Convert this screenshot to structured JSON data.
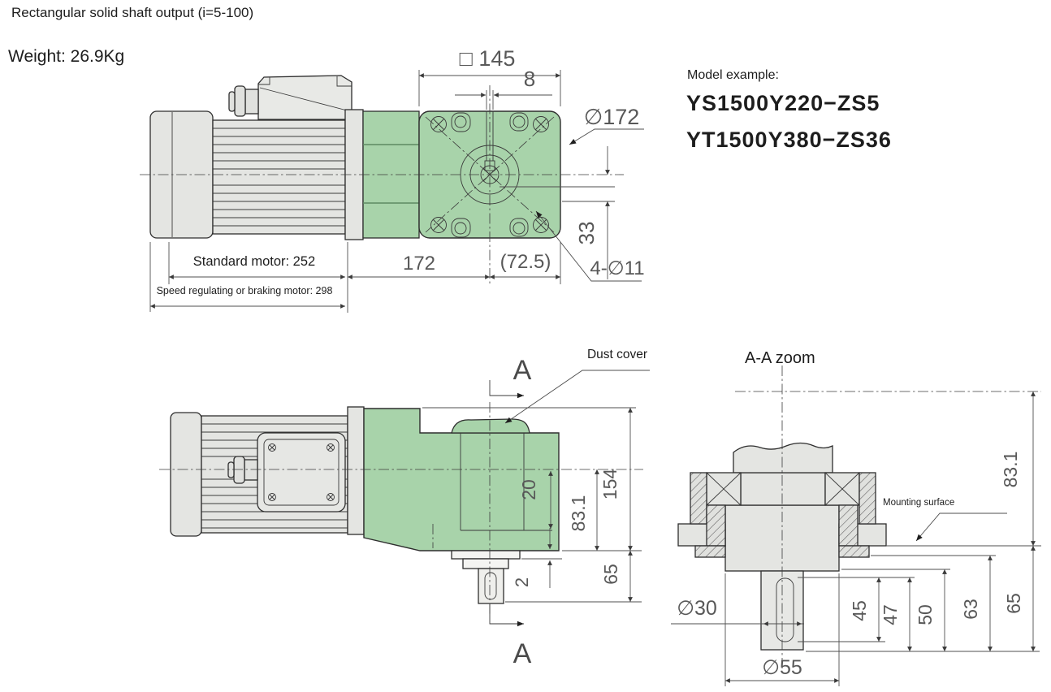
{
  "page": {
    "title": "Rectangular solid shaft output (i=5-100)",
    "weight": "Weight: 26.9Kg"
  },
  "model_example": {
    "label": "Model example:",
    "models": [
      "YS1500Y220−ZS5",
      "YT1500Y380−ZS36"
    ]
  },
  "colors": {
    "gearbox_green": "#a8d3aa",
    "metal_gray": "#e4e5e2",
    "outline": "#2e2e2e",
    "dimension": "#4f4f4f"
  },
  "top_view": {
    "motor_length_standard": "Standard motor: 252",
    "motor_length_brake": "Speed regulating or braking motor: 298",
    "dim_square_flange": "□ 145",
    "dim_keyway_width": "8",
    "dim_bolt_circle": "∅172",
    "dim_center_offset": "33",
    "dim_holes_note": "4-∅11",
    "dim_gearbox_length": "172",
    "dim_shaft_offset": "(72.5)"
  },
  "side_view": {
    "dust_cover_label": "Dust cover",
    "section_label": "A",
    "dim_20": "20",
    "dim_83_1": "83.1",
    "dim_154": "154",
    "dim_2": "2",
    "dim_65": "65"
  },
  "section_view": {
    "title": "A-A zoom",
    "mounting_surface_label": "Mounting surface",
    "dim_shaft_dia": "∅30",
    "dim_hub_dia": "∅55",
    "dim_45": "45",
    "dim_47": "47",
    "dim_50": "50",
    "dim_63": "63",
    "dim_65": "65",
    "dim_83_1": "83.1"
  }
}
